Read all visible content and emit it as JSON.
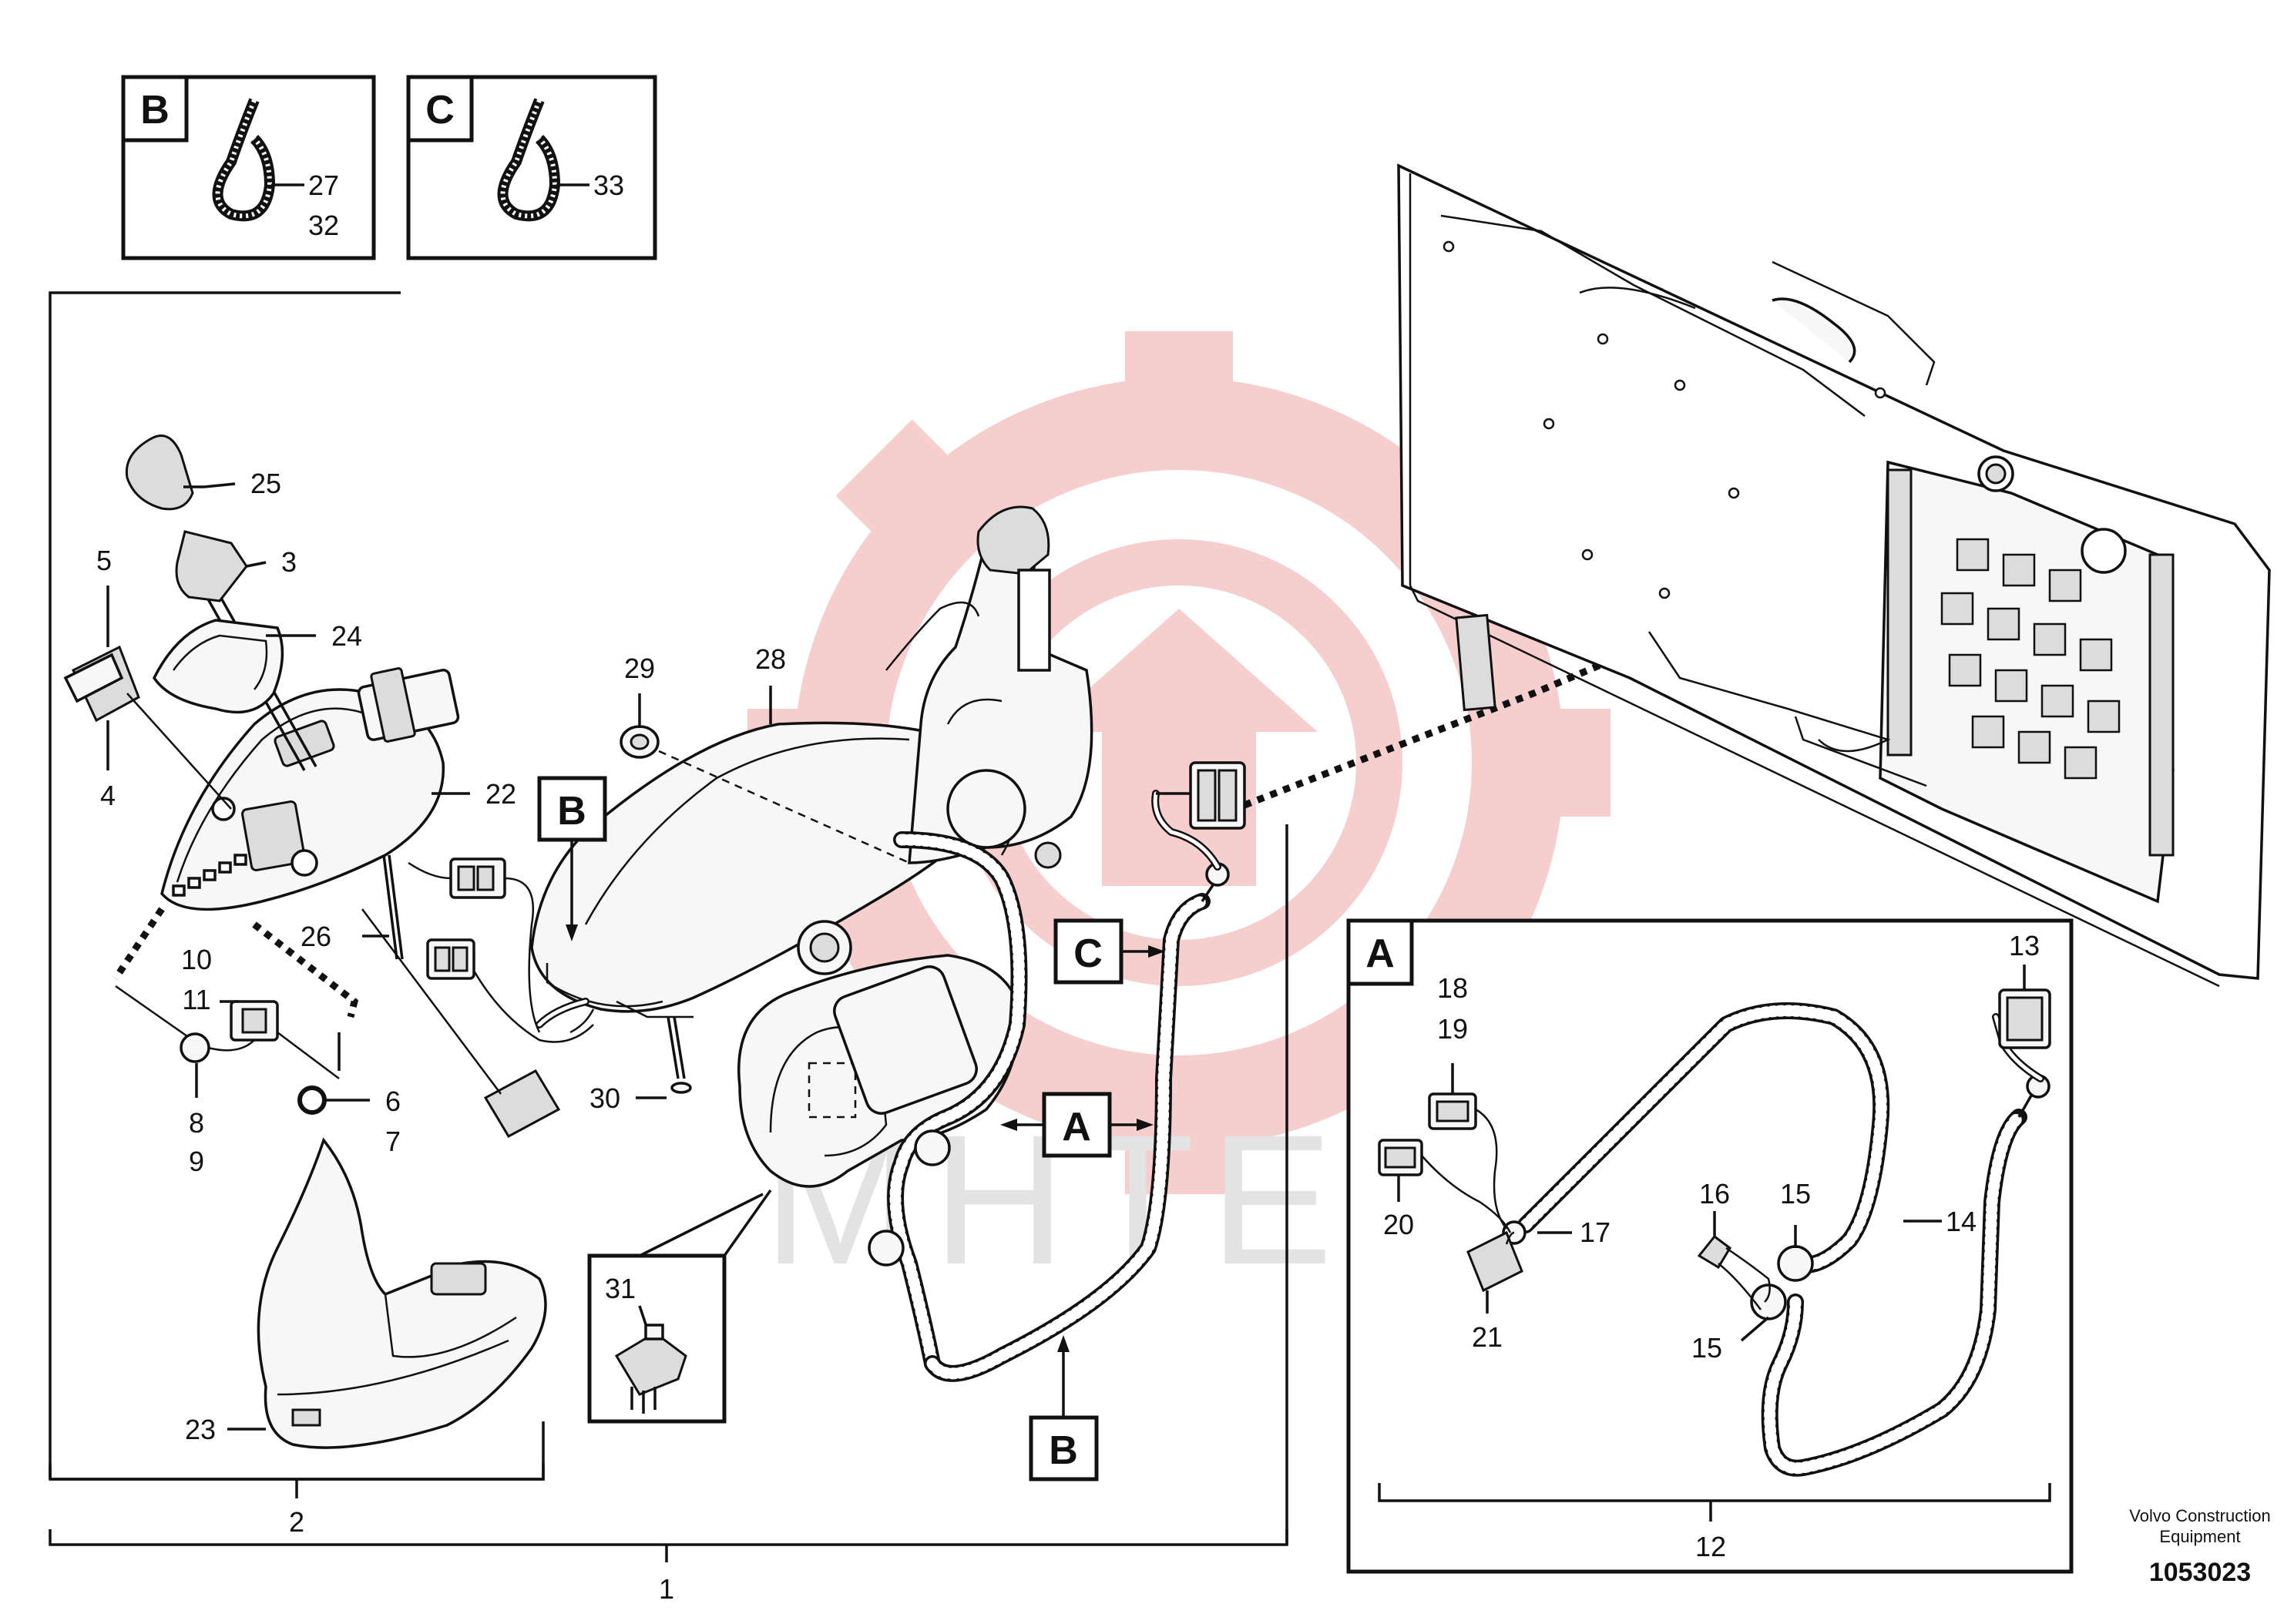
{
  "diagram": {
    "detail_boxes": [
      {
        "letter": "B",
        "callouts": [
          "27",
          "32"
        ]
      },
      {
        "letter": "C",
        "callouts": [
          "33"
        ]
      }
    ],
    "callouts": {
      "c1": "1",
      "c2": "2",
      "c3": "3",
      "c4": "4",
      "c5": "5",
      "c6": "6",
      "c7": "7",
      "c8": "8",
      "c9": "9",
      "c10": "10",
      "c11": "11",
      "c12": "12",
      "c13": "13",
      "c14": "14",
      "c15a": "15",
      "c15b": "15",
      "c16": "16",
      "c17": "17",
      "c18": "18",
      "c19": "19",
      "c20": "20",
      "c21": "21",
      "c22": "22",
      "c23": "23",
      "c24": "24",
      "c25": "25",
      "c26": "26",
      "c28": "28",
      "c29": "29",
      "c30": "30",
      "c31": "31"
    },
    "ref_labels": {
      "b_on_seat": "B",
      "c_arrow": "C",
      "a_arrow": "A",
      "b_bottom": "B",
      "a_detail": "A"
    },
    "watermark": "MHTEX",
    "footer": {
      "company_line1": "Volvo Construction",
      "company_line2": "Equipment",
      "drawing_number": "1053023"
    },
    "colors": {
      "ink": "#111111",
      "watermark_red": "#f6c9c9",
      "watermark_gray": "#e3e3e3"
    }
  }
}
